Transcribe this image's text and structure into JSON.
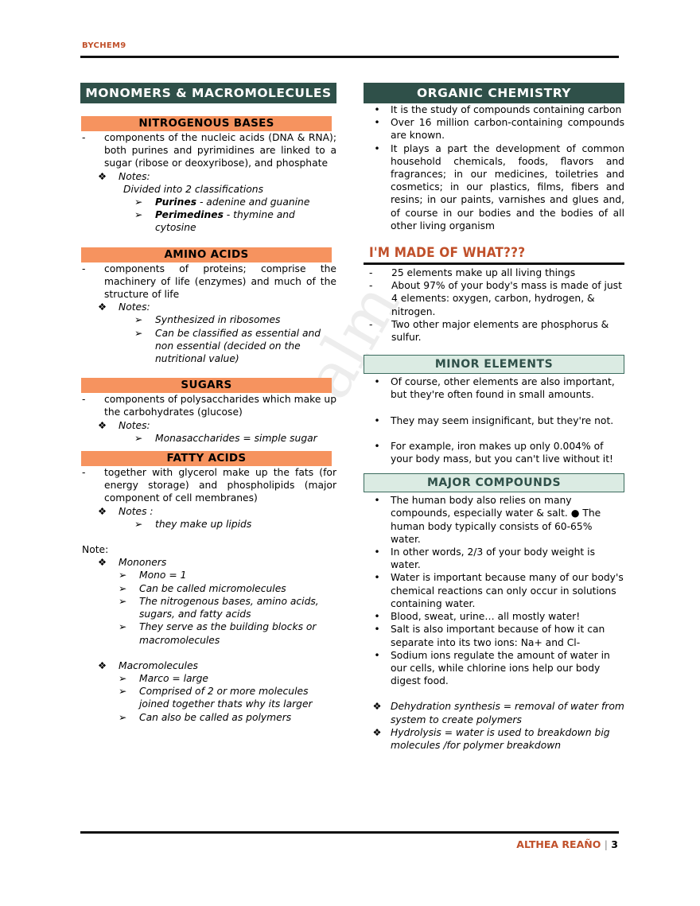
{
  "header_tag": "BYCHEM9",
  "left": {
    "title": "MONOMERS & MACROMOLECULES",
    "nitro": {
      "heading": "NITROGENOUS BASES",
      "desc": "components of the nucleic acids (DNA & RNA); both purines and pyrimidines are linked to a sugar (ribose or deoxyribose), and phosphate",
      "notes_label": "Notes:",
      "classif": "Divided into 2 classifications",
      "purines_b": "Purines",
      "purines_t": " - adenine and guanine",
      "perim_b": "Perimedines",
      "perim_t": " - thymine and cytosine"
    },
    "amino": {
      "heading": "AMINO ACIDS",
      "desc": "components of proteins; comprise the machinery of life (enzymes) and much of the structure of life",
      "notes_label": "Notes:",
      "n1": "Synthesized in ribosomes",
      "n2": "Can be classified as essential and non essential (decided on the nutritional value)"
    },
    "sugars": {
      "heading": "SUGARS",
      "desc": "components of polysaccharides which make up the carbohydrates (glucose)",
      "notes_label": "Notes:",
      "n1": "Monasaccharides = simple sugar"
    },
    "fatty": {
      "heading": "FATTY ACIDS",
      "desc": "together with glycerol make up the fats (for energy storage) and phospholipids (major component of cell membranes)",
      "notes_label": "Notes :",
      "n1": "they make up lipids"
    },
    "note": {
      "label": "Note:",
      "mono_label": "Mononers",
      "mono": [
        "Mono = 1",
        "Can be called micromolecules",
        "The nitrogenous bases, amino acids, sugars, and fatty acids",
        "They serve as the building blocks or macromolecules"
      ],
      "macro_label": "Macromolecules",
      "macro": [
        "Marco = large",
        "Comprised of 2 or more molecules joined together thats why its larger",
        "Can also be called as polymers"
      ]
    }
  },
  "right": {
    "title": "ORGANIC CHEMISTRY",
    "organic": [
      "It is the study of compounds containing carbon",
      "Over 16 million carbon-containing compounds are known.",
      "It plays a part the development of common household chemicals, foods, flavors and fragrances; in our medicines, toiletries and cosmetics; in our plastics, films, fibers and resins; in our paints, varnishes and glues and, of course in our bodies and the bodies of all other living organism"
    ],
    "madeof_title": "I'M MADE OF WHAT???",
    "madeof": [
      "25 elements make up all living things",
      "About 97% of your body's mass is made of just 4 elements: oxygen, carbon, hydrogen, & nitrogen.",
      "Two other major elements are phosphorus & sulfur."
    ],
    "minor_title": "MINOR ELEMENTS",
    "minor": [
      "Of course, other elements are also important, but they're often found in small amounts.",
      "They may seem insignificant, but they're not.",
      "For example, iron makes up only 0.004% of your body mass, but you can't live without it!"
    ],
    "major_title": "MAJOR COMPOUNDS",
    "major": [
      "The human body also relies on many compounds, especially water & salt. ● The human body typically consists of 60-65% water.",
      "In other words, 2/3 of your body weight is water.",
      "Water is important because many of our body's chemical reactions can only occur in solutions containing water.",
      "Blood, sweat, urine… all mostly water!",
      "Salt is also important because of how it can separate into its two ions: Na+ and Cl-",
      "Sodium ions regulate the amount of water in our cells, while chlorine ions help our body digest food."
    ],
    "defs": [
      "Dehydration synthesis = removal of water from system to create polymers",
      "Hydrolysis = water is used to breakdown big molecules /for polymer breakdown"
    ]
  },
  "footer": {
    "author": "ALTHEA REAÑO",
    "sep": "|",
    "page": "3"
  },
  "watermark": "alm"
}
